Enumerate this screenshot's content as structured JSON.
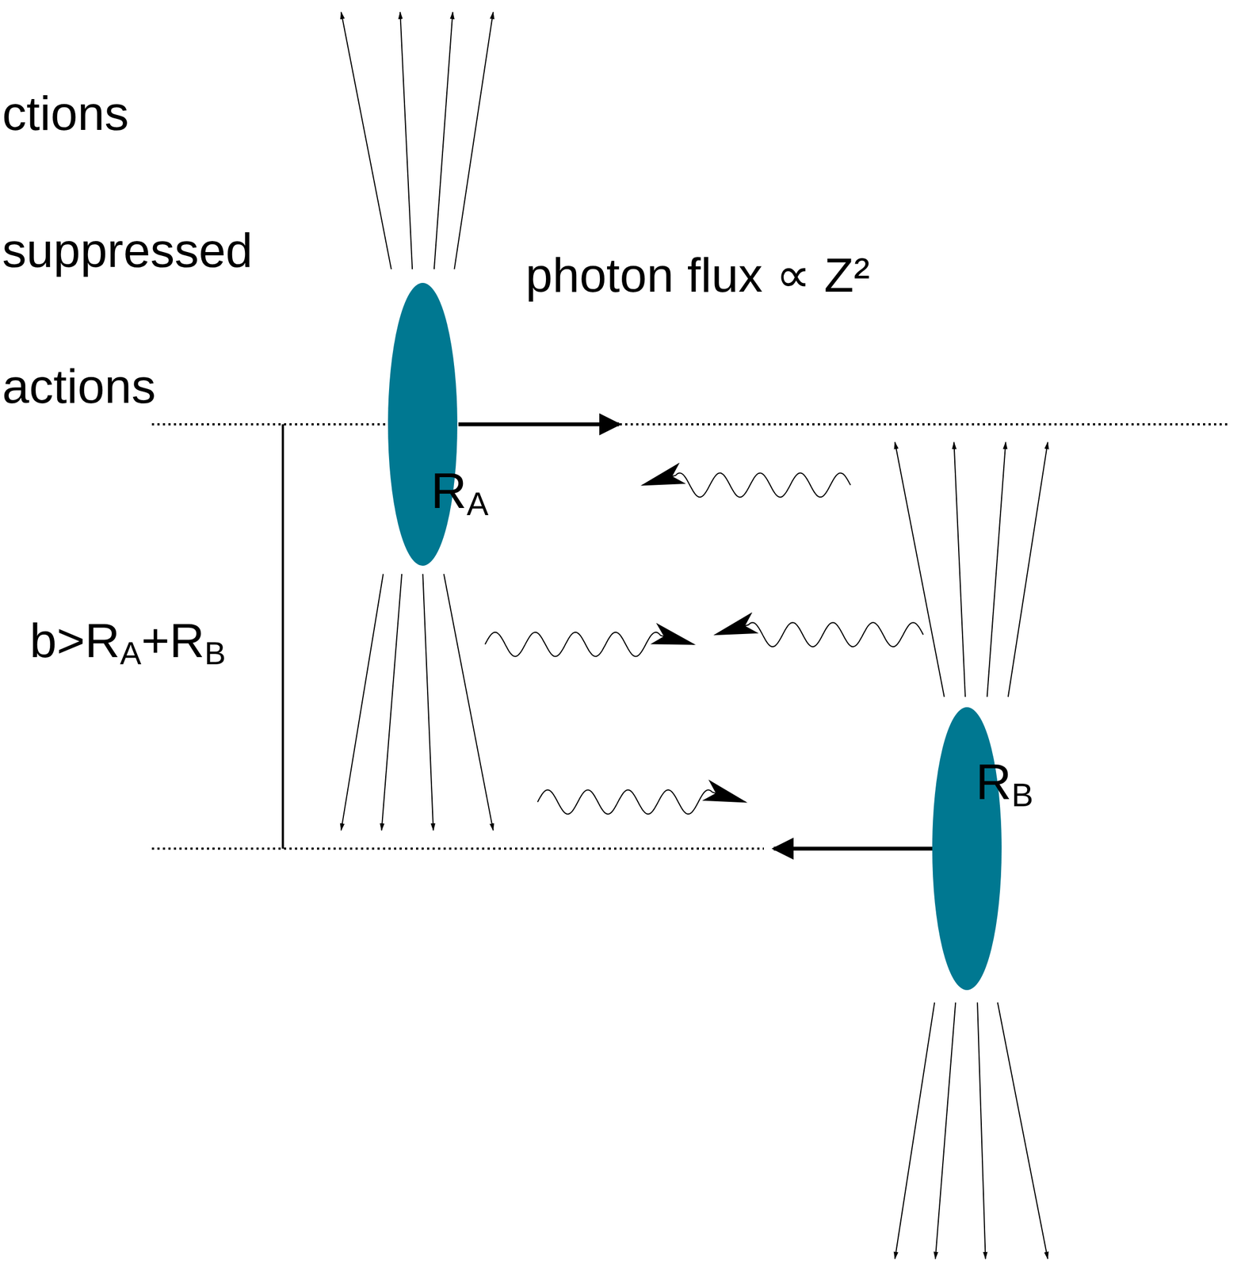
{
  "diagram": {
    "nodes": [
      {
        "text": [
          "RA"
        ]
      },
      {
        "text": [
          "RB"
        ]
      }
    ],
    "labels": [
      "ctions",
      "suppressed",
      "actions",
      "photon flux ∝ Z²",
      "b>RA+RB"
    ]
  }
}
